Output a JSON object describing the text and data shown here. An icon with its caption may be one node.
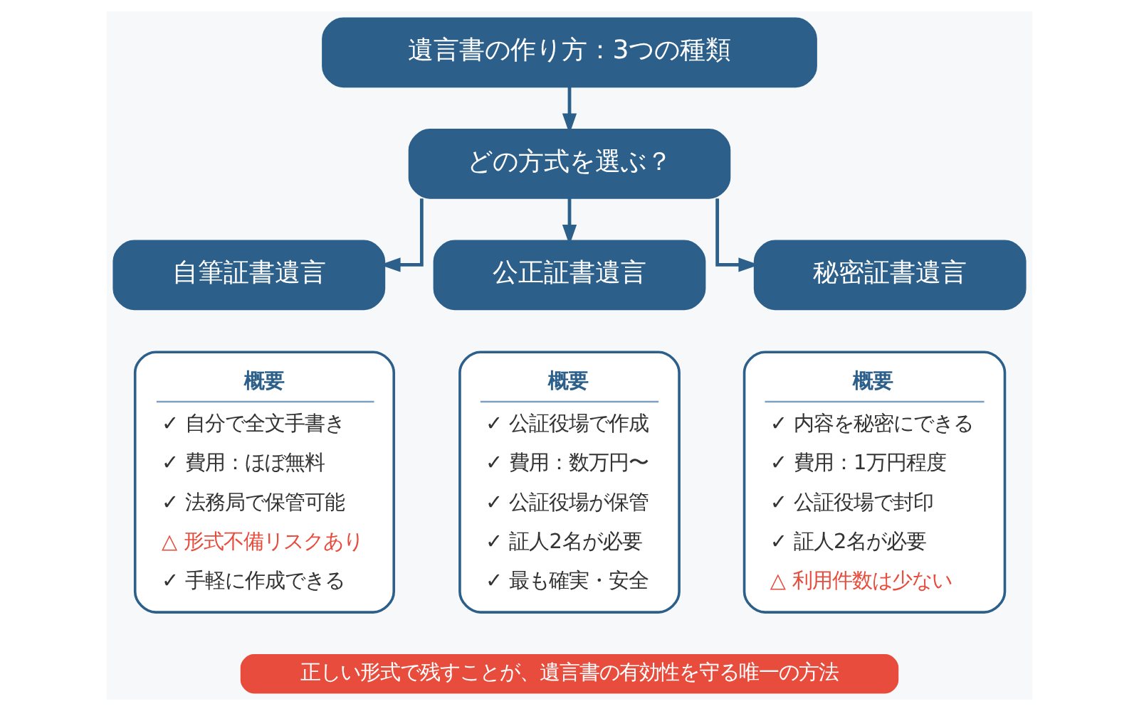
{
  "diagram": {
    "nodes": [
      {
        "text": [
          "遺言書の作り方：3つの種類"
        ]
      },
      {
        "text": [
          "どの方式を選ぶ？"
        ]
      },
      {
        "text": [
          "自筆証書遺言"
        ]
      },
      {
        "text": [
          "公正証書遺言"
        ]
      },
      {
        "text": [
          "秘密証書遺言"
        ]
      },
      {
        "text": [
          "概要",
          "✓ 自分で全文手書き",
          "✓ 費用：ほぼ無料",
          "✓ 法務局で保管可能",
          "△ 形式不備リスクあり",
          "✓ 手軽に作成できる"
        ]
      },
      {
        "text": [
          "概要",
          "✓ 公証役場で作成",
          "✓ 費用：数万円〜",
          "✓ 公証役場が保管",
          "✓ 証人2名が必要",
          "✓ 最も確実・安全"
        ]
      },
      {
        "text": [
          "概要",
          "✓ 内容を秘密にできる",
          "✓ 費用：1万円程度",
          "✓ 公証役場で封印",
          "✓ 証人2名が必要",
          "△ 利用件数は少ない"
        ]
      },
      {
        "text": [
          "正しい形式で残すことが、遺言書の有効性を守る唯一の方法"
        ]
      }
    ],
    "edges": [
      {
        "from": 0,
        "to": 1,
        "arrow": "to"
      },
      {
        "from": 1,
        "to": 2,
        "arrow": "to"
      },
      {
        "from": 1,
        "to": 3,
        "arrow": "to"
      },
      {
        "from": 1,
        "to": 4,
        "arrow": "to"
      }
    ]
  }
}
